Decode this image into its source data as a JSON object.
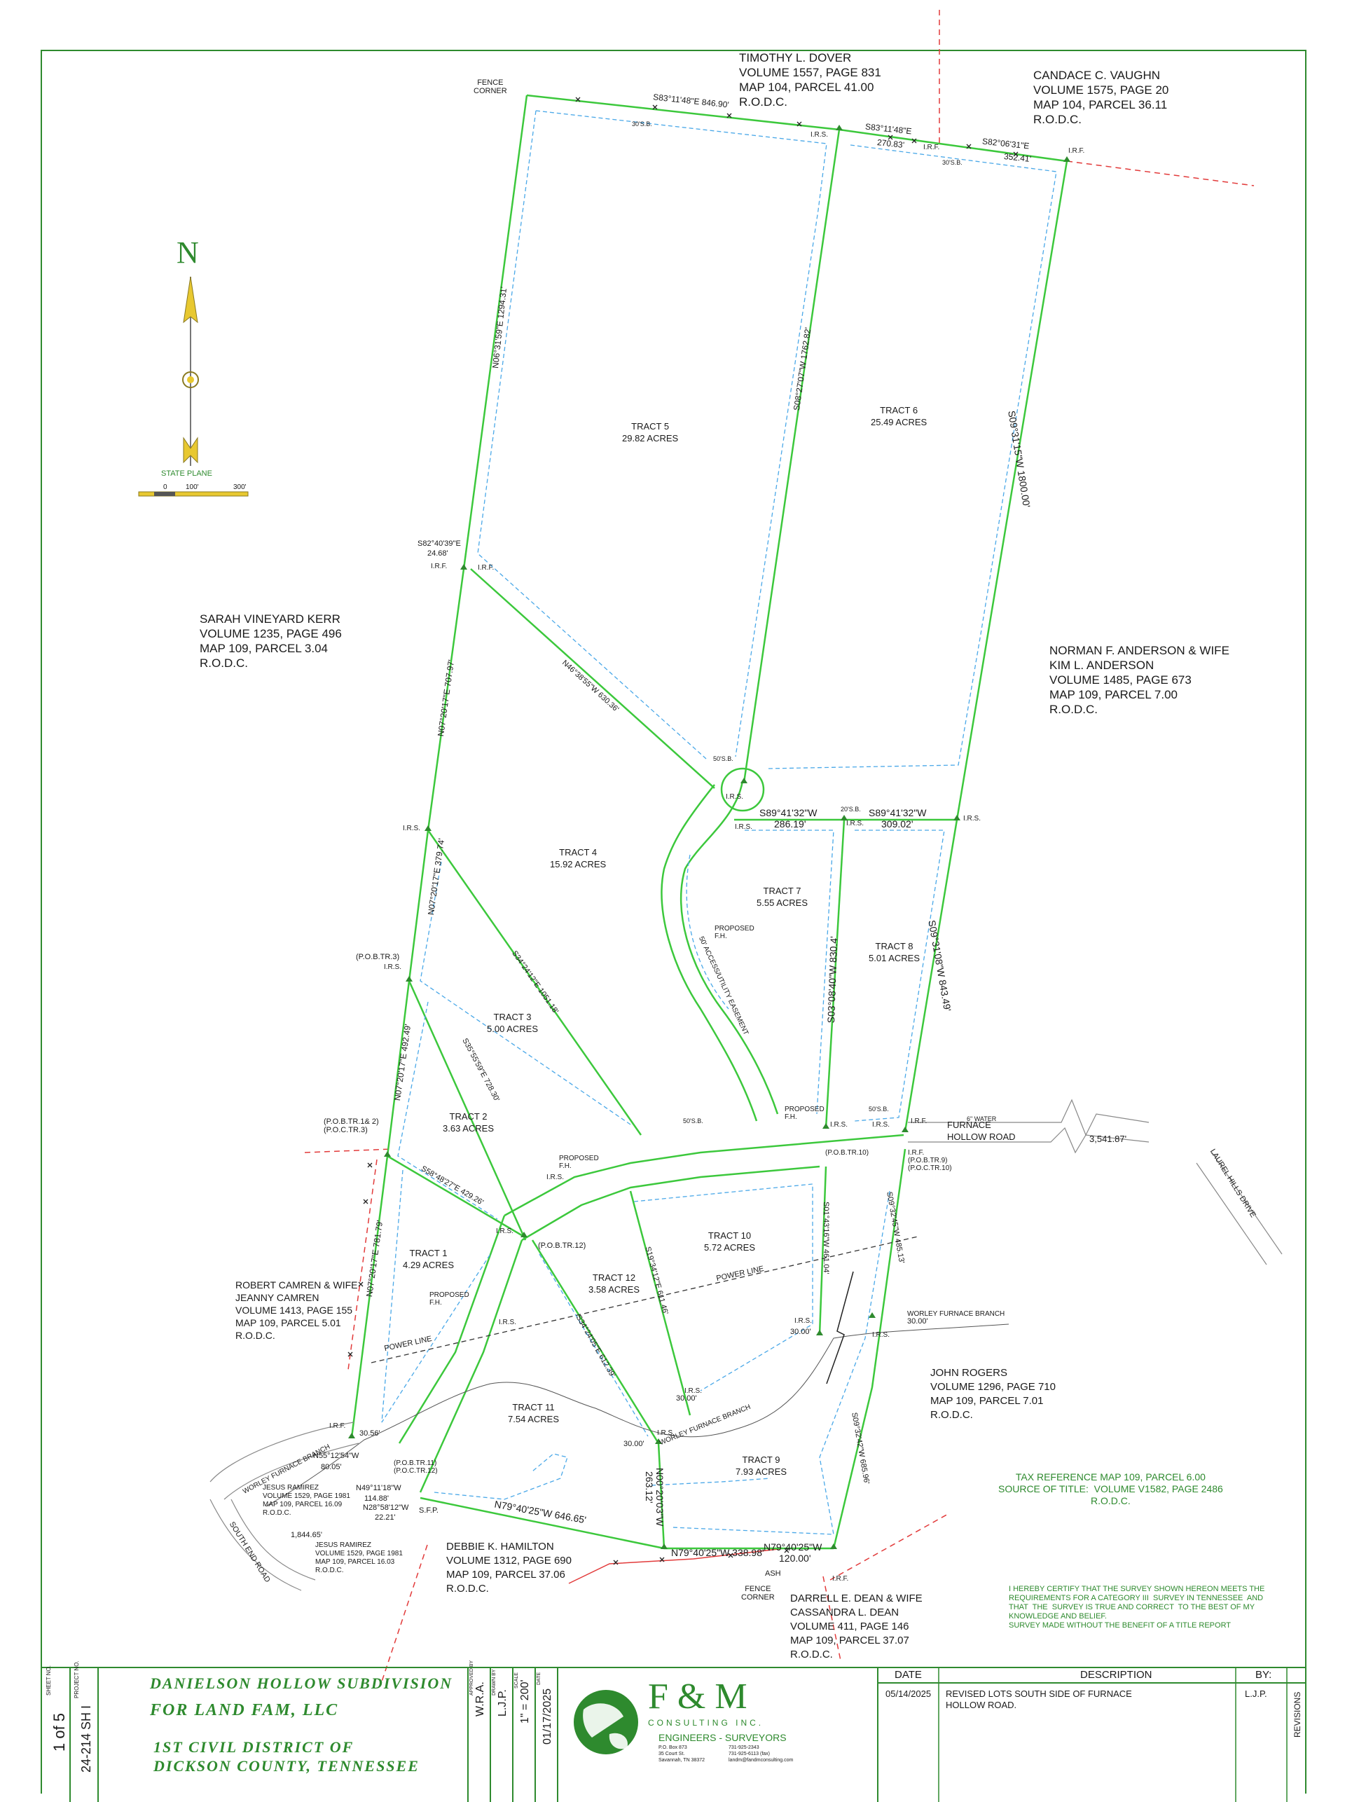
{
  "colors": {
    "boundary": "#3cc83c",
    "setback": "#4aa8e8",
    "border": "#2e8a2e",
    "adjoining": "#e23a3a",
    "north_arrow": "#e8c830",
    "brand": "#2e8a2e"
  },
  "owners": {
    "dover": "TIMOTHY L. DOVER\nVOLUME 1557, PAGE 831\nMAP 104, PARCEL 41.00\nR.O.D.C.",
    "vaughn": "CANDACE C. VAUGHN\nVOLUME 1575, PAGE 20\nMAP 104, PARCEL 36.11\nR.O.D.C.",
    "kerr": "SARAH VINEYARD KERR\nVOLUME 1235, PAGE 496\nMAP 109, PARCEL 3.04\nR.O.D.C.",
    "anderson": "NORMAN F. ANDERSON & WIFE\nKIM L. ANDERSON\nVOLUME 1485, PAGE 673\nMAP 109, PARCEL 7.00\nR.O.D.C.",
    "camren": "ROBERT CAMREN & WIFE\nJEANNY CAMREN\nVOLUME 1413, PAGE 155\nMAP 109, PARCEL 5.01\nR.O.D.C.",
    "rogers": "JOHN ROGERS\nVOLUME 1296, PAGE 710\nMAP 109, PARCEL 7.01\nR.O.D.C.",
    "hamilton": "DEBBIE K. HAMILTON\nVOLUME 1312, PAGE 690\nMAP 109, PARCEL 37.06\nR.O.D.C.",
    "dean": "DARRELL E. DEAN & WIFE\nCASSANDRA L. DEAN\nVOLUME 411, PAGE 146\nMAP 109, PARCEL 37.07\nR.O.D.C.",
    "ramirez1": "JESUS RAMIREZ\nVOLUME 1529, PAGE 1981\nMAP 109, PARCEL 16.09\nR.O.D.C.",
    "ramirez2": "JESUS RAMIREZ\nVOLUME 1529, PAGE 1981\nMAP 109, PARCEL 16.03\nR.O.D.C."
  },
  "tracts": {
    "t1": "TRACT 1\n4.29 ACRES",
    "t2": "TRACT 2\n3.63 ACRES",
    "t3": "TRACT 3\n5.00 ACRES",
    "t4": "TRACT 4\n15.92 ACRES",
    "t5": "TRACT 5\n29.82 ACRES",
    "t6": "TRACT 6\n25.49 ACRES",
    "t7": "TRACT 7\n5.55 ACRES",
    "t8": "TRACT 8\n5.01 ACRES",
    "t9": "TRACT 9\n7.93 ACRES",
    "t10": "TRACT 10\n5.72 ACRES",
    "t11": "TRACT 11\n7.54 ACRES",
    "t12": "TRACT 12\n3.58 ACRES"
  },
  "labels": {
    "fence_corner_top": "FENCE\nCORNER",
    "fence_corner_bottom": "FENCE\nCORNER",
    "b_top1": "S83°11'48\"E  846.90'",
    "b_top2": "S83°11'48\"E",
    "b_top2_dist": "270.83'",
    "b_top3": "S82°06'31\"E",
    "b_top3_dist": "352.41'",
    "b_west1": "N06°31'59\"E  1294.31'",
    "b_east1": "S09°31'15\"W  1800.00'",
    "b_mid56": "S08°27'07\"W  1762.82'",
    "b_diag4": "N46°38'55\"W  630.36'",
    "b_s89a": "S89°41'32\"W",
    "b_s89a_dist": "286.19'",
    "b_s89b": "S89°41'32\"W",
    "b_s89b_dist": "309.02'",
    "b_west2": "N07°20'17\"E  707.97'",
    "b_west3": "N07°20'17\"E  379.74'",
    "b_west4": "N07°20'17\"E  492.49'",
    "b_west5": "N07°20'17\"E  781.79'",
    "b_s34": "S34°24'12\"E  1051.18'",
    "b_s35": "S35°55'59\"E  728.30'",
    "b_s58": "S58°48'27\"E  429.26'",
    "b_s03": "S03°08'40\"W  830.4'",
    "b_s09b": "S09°31'08\"W  843.49'",
    "b_s82": "S82°40'39\"E",
    "b_s82_dist": "24.68'",
    "b_n79a": "N79°40'25\"W  646.65'",
    "b_n79b": "N79°40'25\"W  338.98'",
    "b_n79c": "N79°40'25\"W",
    "b_n79c_dist": "120.00'",
    "b_s09c": "S09°32'42\"W  685.96'",
    "b_s09d": "S09°32'45\"W  485.13'",
    "b_n00": "N00°20'03\"W",
    "b_n00_dist": "263.12'",
    "b_s19": "S19°34'12\"E  611.46'",
    "b_s34b": "S34°24'05\"E  612.39'",
    "b_s01": "S01°43'16\"W  461.04'",
    "b_n55": "N55°12'54\"W",
    "b_n55_dist": "80.05'",
    "b_n49": "N49°11'18\"W",
    "b_n49_dist": "114.88'",
    "b_n28": "N28°58'12\"W",
    "b_n28_dist": "22.21'",
    "d3541": "3,541.87'",
    "d1844": "1,844.65'",
    "d30_56": "30.56'",
    "d30_00a": "30.00'",
    "d30_00b": "30.00'",
    "d30_00c": "30.00'",
    "d30_00d": "30.00'",
    "road_furnace": "FURNACE\nHOLLOW ROAD",
    "road_laurel": "LAUREL HILLS DRIVE",
    "road_south_end": "SOUTH END ROAD",
    "worley_branch1": "WORLEY FURNACE BRANCH",
    "worley_branch2": "WORLEY FURNACE BRANCH",
    "worley_branch3": "WORLEY FURNACE BRANCH",
    "power_line1": "POWER LINE",
    "power_line2": "POWER LINE",
    "water": "6\" WATER",
    "easement": "50' ACCESS/UTILITY EASEMENT",
    "pobtr3": "(P.O.B.TR.3)",
    "pobtr12": "(P.O.B.TR.1& 2)\n(P.O.C.TR.3)",
    "pobtr12b": "(P.O.B.TR.12)",
    "pobtr10": "(P.O.B.TR.10)",
    "pobtr9": "I.R.F.\n(P.O.B.TR.9)\n(P.O.C.TR.10)",
    "pobtr11": "(P.O.B.TR.11)\n(P.O.C.TR.12)",
    "proposed_fh1": "PROPOSED\nF.H.",
    "proposed_fh2": "PROPOSED\nF.H.",
    "proposed_fh3": "PROPOSED\nF.H.",
    "proposed_fh4": "PROPOSED\nF.H.",
    "ash": "ASH",
    "sfp": "S.F.P.",
    "irs": "I.R.S.",
    "irf": "I.R.F.",
    "sb30": "30'S.B.",
    "sb20": "20'S.B.",
    "sb50": "50'S.B."
  },
  "north": {
    "letter": "N",
    "caption": "STATE PLANE",
    "scale_0": "0",
    "scale_100": "100'",
    "scale_300": "300'"
  },
  "tax_note": "TAX REFERENCE MAP 109, PARCEL 6.00\nSOURCE OF TITLE:  VOLUME V1582, PAGE 2486\nR.O.D.C.",
  "certification": "I HEREBY CERTIFY THAT THE SURVEY SHOWN HEREON MEETS THE\nREQUIREMENTS FOR A CATEGORY III  SURVEY IN TENNESSEE  AND\nTHAT  THE  SURVEY IS TRUE AND CORRECT  TO THE BEST OF MY\nKNOWLEDGE AND BELIEF.\nSURVEY MADE WITHOUT THE BENEFIT OF A TITLE REPORT",
  "title_block": {
    "sheet_no_label": "SHEET NO.",
    "sheet_no": "1 of 5",
    "project_no_label": "PROJECT NO.",
    "project_no": "24-214 SH I",
    "title_line1": "DANIELSON HOLLOW SUBDIVISION",
    "title_line2": "FOR LAND FAM, LLC",
    "title_line3": "1ST CIVIL DISTRICT OF",
    "title_line4": "DICKSON COUNTY, TENNESSEE",
    "approved_label": "APPROVED BY",
    "approved": "W.R.A.",
    "drawn_label": "DRAWN BY",
    "drawn": "L.J.P.",
    "scale_label": "SCALE",
    "scale": "1\" = 200'",
    "date_label": "DATE",
    "date": "01/17/2025",
    "company_name": "F & M",
    "company_sub": "CONSULTING INC.",
    "company_tag": "ENGINEERS - SURVEYORS",
    "company_addr": "P.O. Box 873\n35 Court St.\nSavannah, TN 38372",
    "company_phone": "731-925-2343\n731-925-6113 (fax)\nlandm@fandmconsulting.com"
  },
  "revisions": {
    "col_date": "DATE",
    "col_desc": "DESCRIPTION",
    "col_by": "BY:",
    "side_label": "REVISIONS",
    "rows": [
      {
        "date": "05/14/2025",
        "desc": "REVISED LOTS SOUTH SIDE OF FURNACE\nHOLLOW ROAD.",
        "by": "L.J.P."
      }
    ]
  }
}
